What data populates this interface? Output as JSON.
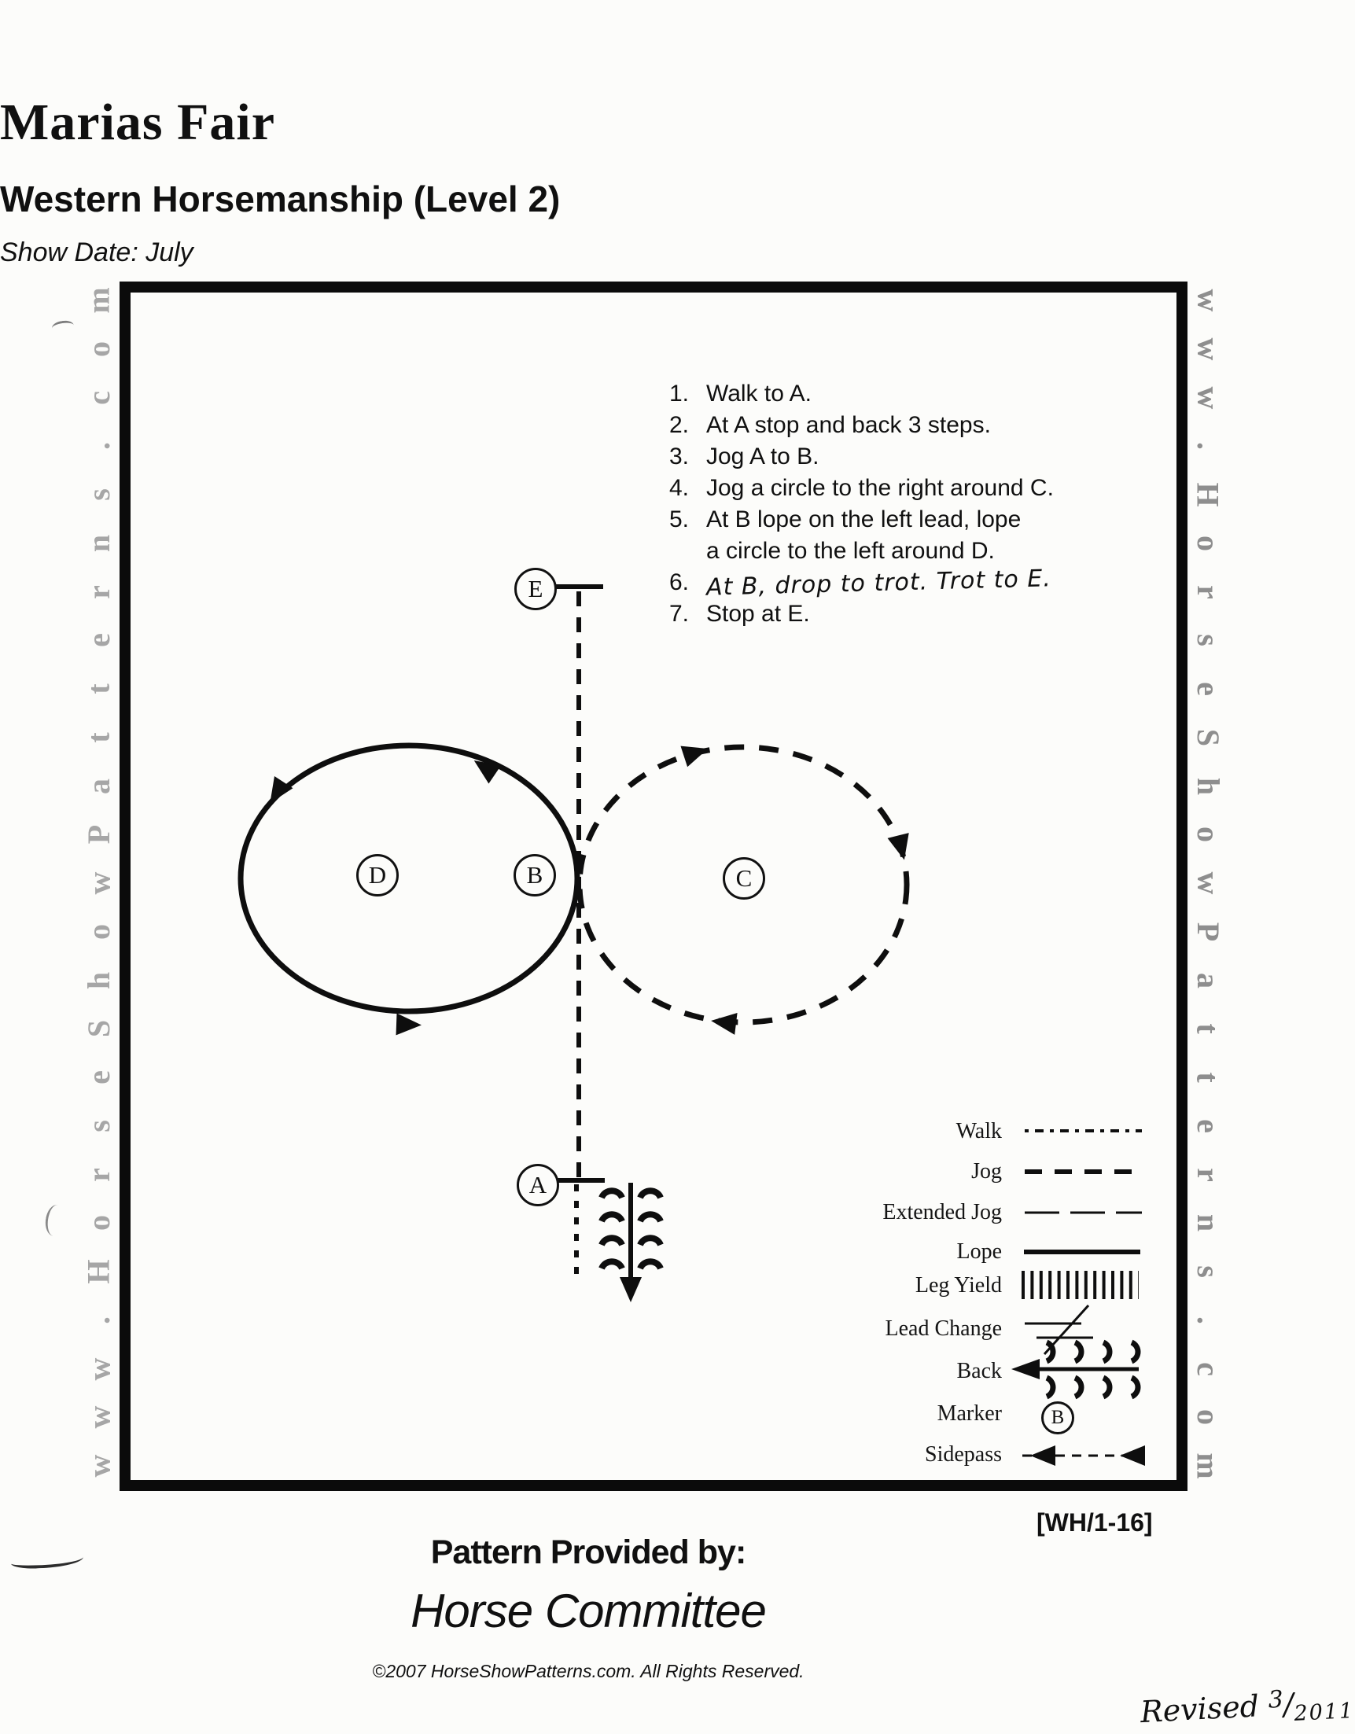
{
  "colors": {
    "ink": "#101010",
    "watermark_left": "#a6a6a6",
    "watermark_right": "#8e8e8e"
  },
  "page": {
    "title": "Marias Fair",
    "subtitle": "Western Horsemanship (Level 2)",
    "show_date": "Show Date: July"
  },
  "watermark": {
    "text": "www.HorseShowPatterns.com"
  },
  "instructions": {
    "items": [
      {
        "num": "1.",
        "text": "Walk to A."
      },
      {
        "num": "2.",
        "text": "At A stop and back 3 steps."
      },
      {
        "num": "3.",
        "text": "Jog A to B."
      },
      {
        "num": "4.",
        "text": "Jog a circle to the right around C."
      },
      {
        "num": "5.",
        "text": "At B lope on the left lead, lope",
        "text2": "a circle to the left around D."
      },
      {
        "num": "6.",
        "handwritten": "At B, drop to trot. Trot to E."
      },
      {
        "num": "7.",
        "text": "Stop at E."
      }
    ]
  },
  "diagram": {
    "markers": [
      {
        "label": "E"
      },
      {
        "label": "D"
      },
      {
        "label": "B"
      },
      {
        "label": "C"
      },
      {
        "label": "A"
      }
    ]
  },
  "legend": {
    "items": [
      {
        "label": "Walk"
      },
      {
        "label": "Jog"
      },
      {
        "label": "Extended Jog"
      },
      {
        "label": "Lope"
      },
      {
        "label": "Leg Yield"
      },
      {
        "label": "Lead Change"
      },
      {
        "label": "Back"
      },
      {
        "label": "Marker"
      },
      {
        "label": "Sidepass"
      }
    ],
    "marker_letter": "B"
  },
  "footer": {
    "pattern_code": "[WH/1-16]",
    "provided_by_label": "Pattern Provided by:",
    "provided_by_name": "Horse Committee",
    "copyright": "©2007 HorseShowPatterns.com. All Rights Reserved.",
    "revision_note": "Revised",
    "revision_numerator": "3",
    "revision_denominator": "2011"
  }
}
